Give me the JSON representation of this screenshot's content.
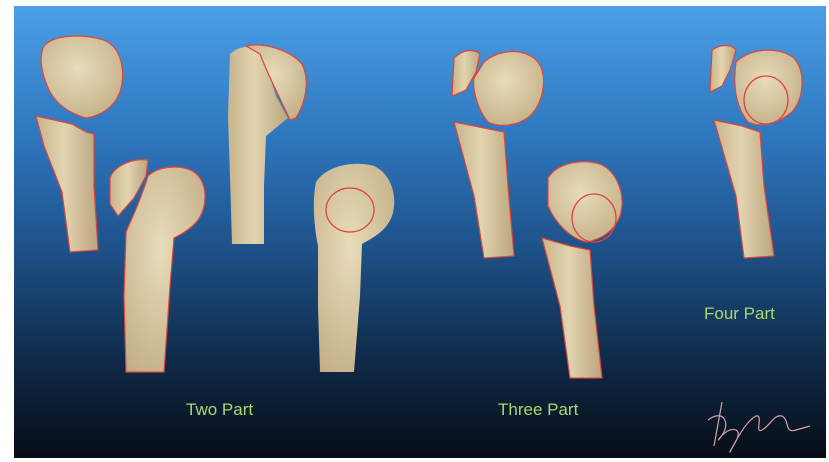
{
  "labels": {
    "two_part": "Two Part",
    "three_part": "Three Part",
    "four_part": "Four Part"
  },
  "colors": {
    "bone": "#d9c9a3",
    "bone_shade": "#bda983",
    "fracture_line": "#e0443a",
    "label": "#a9d86b",
    "background_top": "#4a9fe6",
    "background_bottom": "#070d16"
  },
  "signature": "handwritten signature (bottom right)"
}
